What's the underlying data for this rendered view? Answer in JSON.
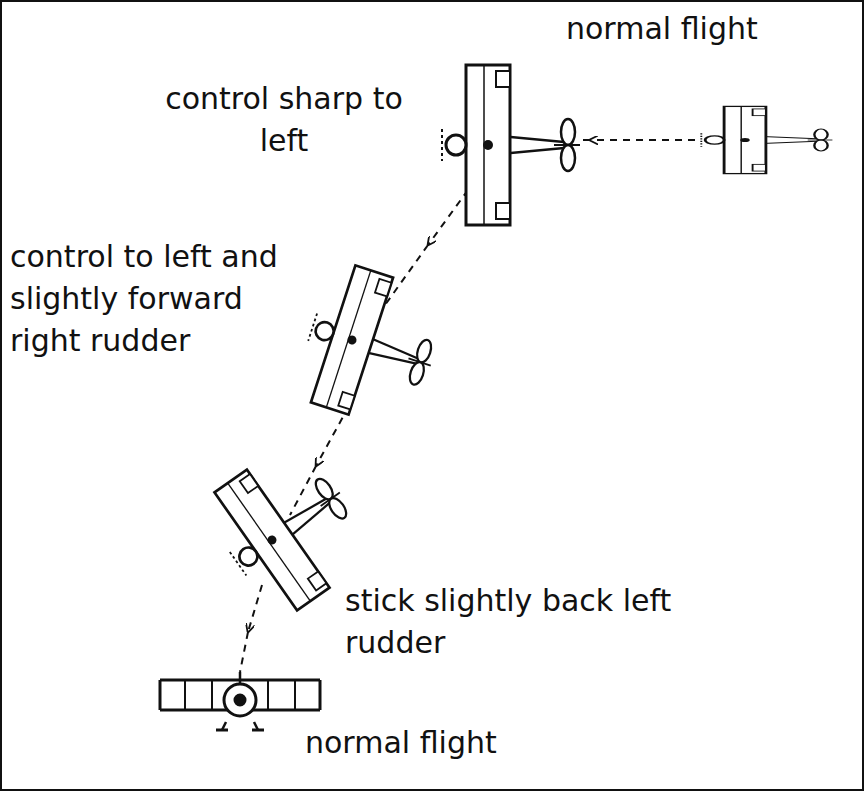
{
  "diagram": {
    "labels": [
      "normal flight",
      "control sharp to left",
      "control to left and slightly forward right rudder",
      "stick slightly back left rudder",
      "normal flight"
    ]
  }
}
